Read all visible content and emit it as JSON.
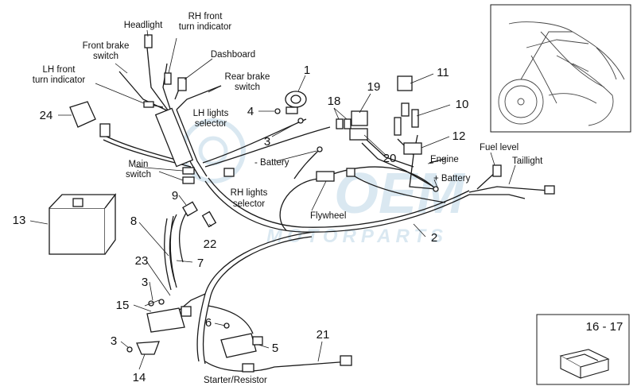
{
  "labels": {
    "headlight": "Headlight",
    "rh_front_turn_1": "RH front",
    "rh_front_turn_2": "turn indicator",
    "front_brake_1": "Front brake",
    "front_brake_2": "switch",
    "dashboard": "Dashboard",
    "lh_front_turn_1": "LH front",
    "lh_front_turn_2": "turn indicator",
    "rear_brake_1": "Rear brake",
    "rear_brake_2": "switch",
    "lh_lights_1": "LH lights",
    "lh_lights_2": "selector",
    "main_switch_1": "Main",
    "main_switch_2": "switch",
    "rh_lights_1": "RH lights",
    "rh_lights_2": "selector",
    "battery_neg": "- Battery",
    "battery_pos": "+ Battery",
    "flywheel": "Flywheel",
    "engine": "Engine",
    "fuel_level": "Fuel level",
    "taillight": "Taillight",
    "starter_resistor": "Starter/Resistor"
  },
  "part_numbers": {
    "n1": "1",
    "n2": "2",
    "n3a": "3",
    "n3b": "3",
    "n3c": "3",
    "n4": "4",
    "n5": "5",
    "n6": "6",
    "n7": "7",
    "n8": "8",
    "n9": "9",
    "n10": "10",
    "n11": "11",
    "n12": "12",
    "n13": "13",
    "n14": "14",
    "n15": "15",
    "n18": "18",
    "n19": "19",
    "n20": "20",
    "n21": "21",
    "n22": "22",
    "n23": "23",
    "n24": "24"
  },
  "inset": {
    "range_label": "16 - 17"
  },
  "watermark": {
    "brand": "OEM",
    "sub": "MOTORPARTS"
  },
  "colors": {
    "line": "#1a1a1a",
    "watermark": "#bcd6e6"
  }
}
